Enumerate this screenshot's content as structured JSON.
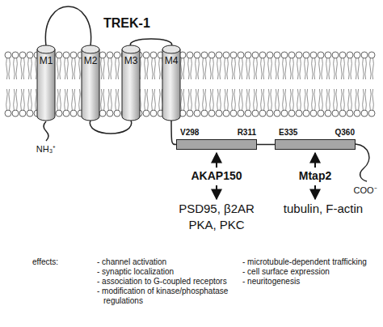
{
  "diagram": {
    "nodes": [
      {
        "text": [
          "M1"
        ]
      },
      {
        "text": [
          "M2"
        ]
      },
      {
        "text": [
          "M3"
        ]
      },
      {
        "text": [
          "M4"
        ]
      },
      {
        "text": [
          "V298",
          "R311"
        ]
      },
      {
        "text": [
          "E335",
          "Q360"
        ]
      }
    ],
    "edges": [
      {
        "from": 0,
        "to": 1,
        "arrow": "none"
      },
      {
        "from": 1,
        "to": 2,
        "arrow": "none"
      },
      {
        "from": 2,
        "to": 3,
        "arrow": "none"
      },
      {
        "from": 3,
        "to": 4,
        "arrow": "none"
      },
      {
        "from": 4,
        "to": 5,
        "arrow": "none"
      }
    ],
    "labels": [
      "TREK-1",
      "NH₃⁺",
      "COO⁻",
      "AKAP150",
      "PSD95, β2AR",
      "PKA, PKC",
      "Mtap2",
      "tubulin, F-actin",
      "effects:",
      "- channel activation",
      "- synaptic localization",
      "- association to G-coupled receptors",
      "- modification of kinase/phosphatase regulations",
      "- microtubule-dependent trafficking",
      "- cell surface expression",
      "- neuritogenesis"
    ]
  }
}
